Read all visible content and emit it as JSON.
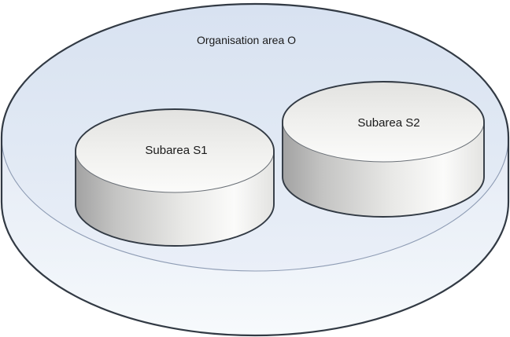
{
  "diagram": {
    "organisation": {
      "label": "Organisation area O"
    },
    "subareas": [
      {
        "id": "S1",
        "label": "Subarea S1"
      },
      {
        "id": "S2",
        "label": "Subarea S2"
      }
    ],
    "colors": {
      "background": "#ffffff",
      "organisation_top_fill_start": "#d8e2f1",
      "organisation_top_fill_end": "#eaeff8",
      "organisation_side_fill_start": "#e5ebf5",
      "organisation_side_fill_end": "#f7fafc",
      "cylinder_top_fill_start": "#e2e2e0",
      "cylinder_top_fill_end": "#fbfbfa",
      "cylinder_side_dark": "#a2a2a2",
      "cylinder_side_light": "#fbfbfa",
      "outline": "#323a44",
      "organisation_front_edge": "#8e9cb4",
      "cylinder_front_edge": "#6a7077",
      "text": "#1a1a1a"
    }
  }
}
